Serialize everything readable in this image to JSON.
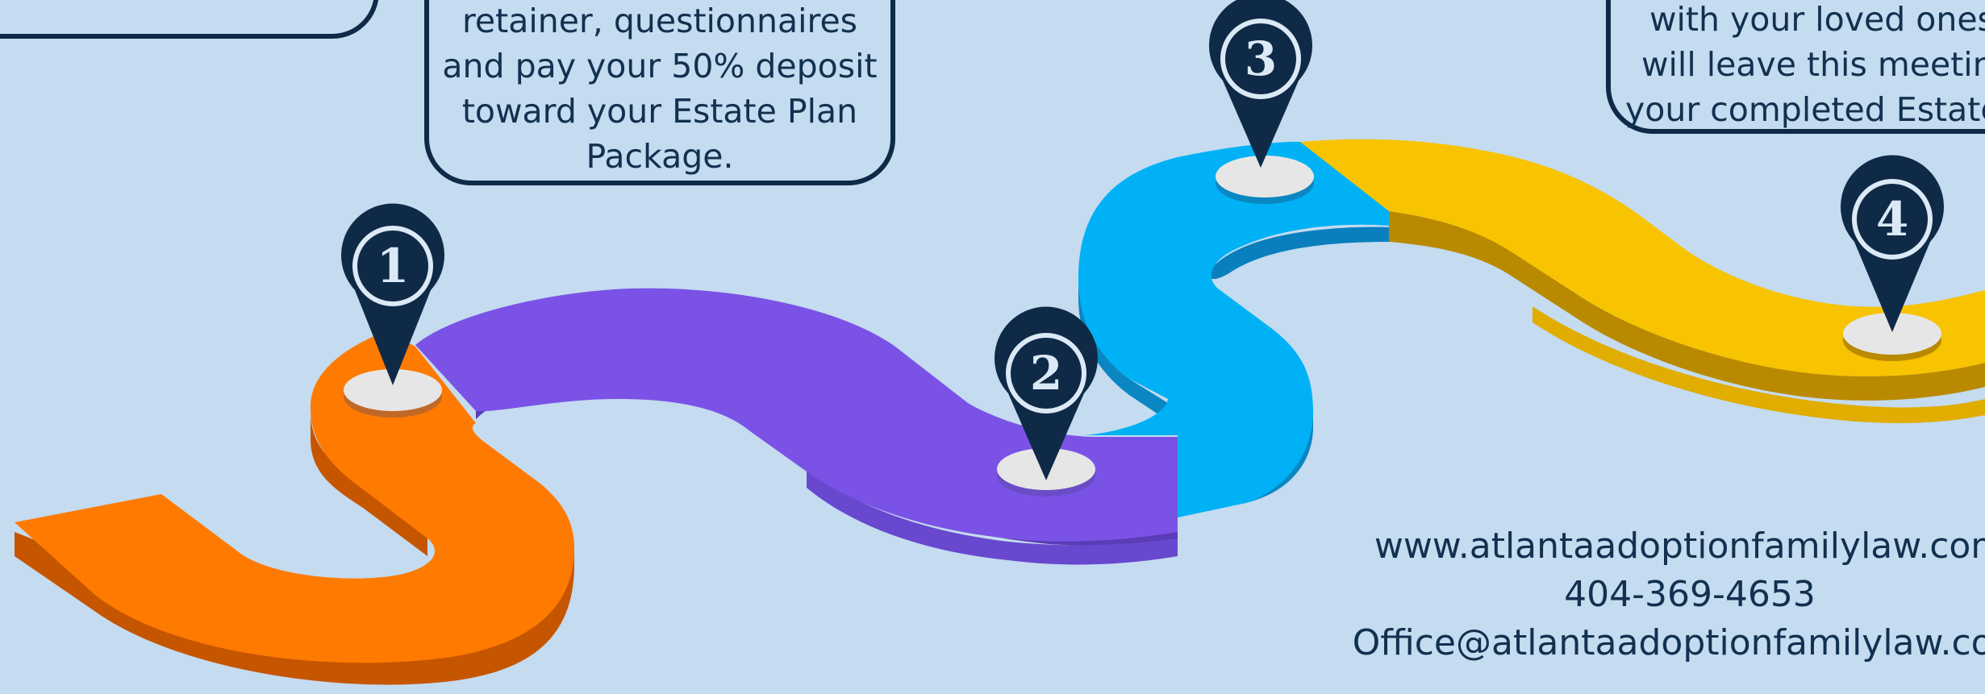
{
  "steps": [
    {
      "number": "1",
      "color": "#ff7a00",
      "side": "#d35f00"
    },
    {
      "number": "2",
      "color": "#7b52e6",
      "side": "#5c3cb8"
    },
    {
      "number": "3",
      "color": "#00b2f5",
      "side": "#0085c0"
    },
    {
      "number": "4",
      "color": "#f8c300",
      "side": "#c79600"
    }
  ],
  "callouts": {
    "step2_lines": [
      "retainer, questionnaires",
      "and pay your 50% deposit",
      "toward your Estate Plan",
      "Package."
    ],
    "step3_lines": [
      "with your loved ones. Y",
      "will leave this meeting w",
      "your completed Estate P"
    ]
  },
  "contact": {
    "website": "www.atlantaadoptionfamilylaw.com",
    "phone": "404-369-4653",
    "email": "Office@atlantaadoptionfamilylaw.com"
  },
  "colors": {
    "background": "#c4dbf0",
    "pin": "#0f2a47",
    "text": "#12304f"
  }
}
